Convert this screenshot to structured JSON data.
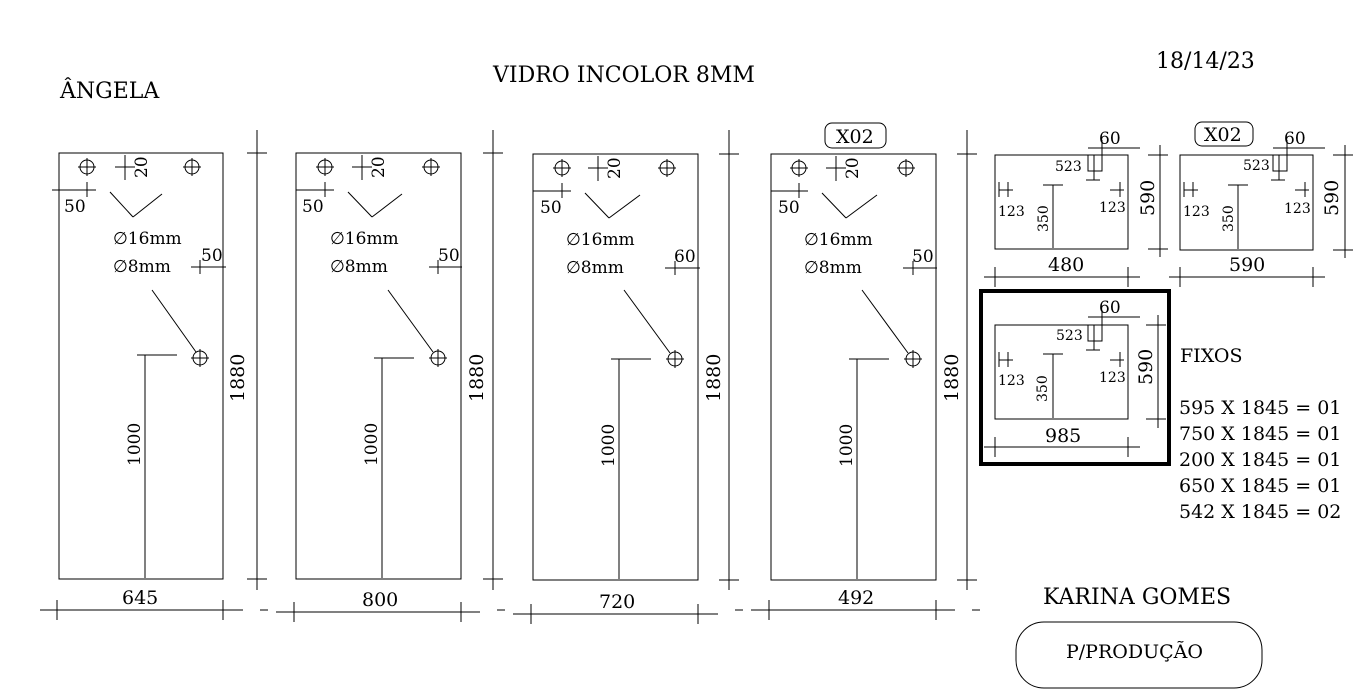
{
  "header": {
    "client": "ÂNGELA",
    "material": "VIDRO INCOLOR 8MM",
    "date": "18/14/23"
  },
  "panels": [
    {
      "width": "645",
      "height": "1880",
      "top_offset": "20",
      "side_offset": "50",
      "side_offset_right": "50",
      "hole_large": "∅16mm",
      "hole_small": "∅8mm",
      "handle_height": "1000",
      "quantity_tag": ""
    },
    {
      "width": "800",
      "height": "1880",
      "top_offset": "20",
      "side_offset": "50",
      "side_offset_right": "50",
      "hole_large": "∅16mm",
      "hole_small": "∅8mm",
      "handle_height": "1000",
      "quantity_tag": ""
    },
    {
      "width": "720",
      "height": "1880",
      "top_offset": "20",
      "side_offset": "50",
      "side_offset_right": "60",
      "hole_large": "∅16mm",
      "hole_small": "∅8mm",
      "handle_height": "1000",
      "quantity_tag": ""
    },
    {
      "width": "492",
      "height": "1880",
      "top_offset": "20",
      "side_offset": "50",
      "side_offset_right": "50",
      "hole_large": "∅16mm",
      "hole_small": "∅8mm",
      "handle_height": "1000",
      "quantity_tag": "X02"
    }
  ],
  "small_panels": [
    {
      "width": "480",
      "height": "590",
      "notch_width": "60",
      "notch_offset": "523",
      "left_mark": "123",
      "right_mark": "123",
      "center_mark": "350",
      "quantity_tag": ""
    },
    {
      "width": "590",
      "height": "590",
      "notch_width": "60",
      "notch_offset": "523",
      "left_mark": "123",
      "right_mark": "123",
      "center_mark": "350",
      "quantity_tag": "X02"
    },
    {
      "width": "985",
      "height": "590",
      "notch_width": "60",
      "notch_offset": "523",
      "left_mark": "123",
      "right_mark": "123",
      "center_mark": "350",
      "quantity_tag": ""
    }
  ],
  "fixed": {
    "title": "FIXOS",
    "items": [
      "595 X 1845 = 01",
      "750 X 1845 = 01",
      "200 X 1845 = 01",
      "650 X 1845 = 01",
      "542 X 1845 = 02"
    ]
  },
  "footer": {
    "customer": "KARINA GOMES",
    "stamp": "P/PRODUÇÃO"
  }
}
